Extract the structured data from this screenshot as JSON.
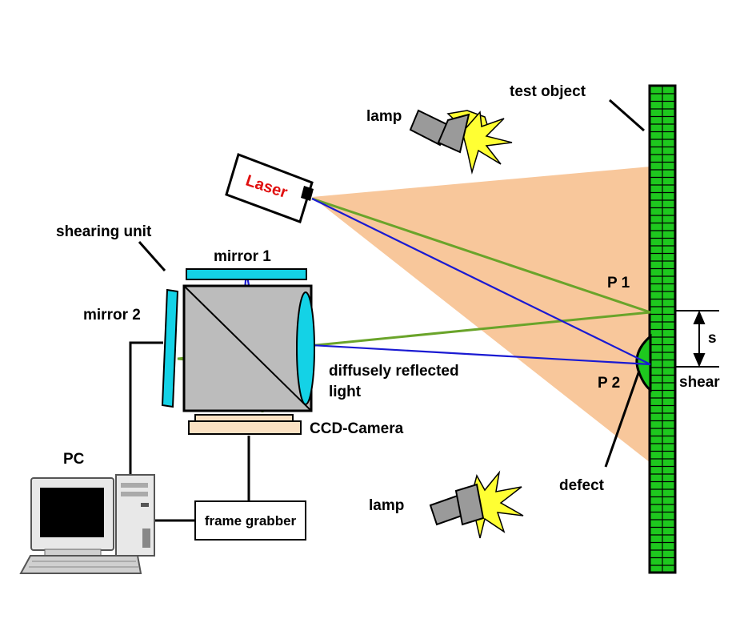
{
  "labels": {
    "test_object": "test object",
    "lamp_top": "lamp",
    "lamp_bottom": "lamp",
    "laser": "Laser",
    "shearing_unit": "shearing unit",
    "mirror1": "mirror 1",
    "mirror2": "mirror 2",
    "p1": "P 1",
    "p2": "P 2",
    "s": "s",
    "shear": "shear",
    "diffuse_line1": "diffusely reflected",
    "diffuse_line2": "light",
    "ccd_camera": "CCD-Camera",
    "pc": "PC",
    "frame_grabber": "frame grabber",
    "defect": "defect"
  },
  "colors": {
    "beam_fill": "#f8c79b",
    "test_object": "#1ec81e",
    "mirror": "#14d2e6",
    "prism": "#bcbcbc",
    "camera": "#fae1c3",
    "ray_green": "#6aa42a",
    "ray_blue": "#1a1ad2",
    "laser_text": "#e01010",
    "lamp_flash": "#ffff33",
    "lamp_body": "#9a9a9a"
  }
}
